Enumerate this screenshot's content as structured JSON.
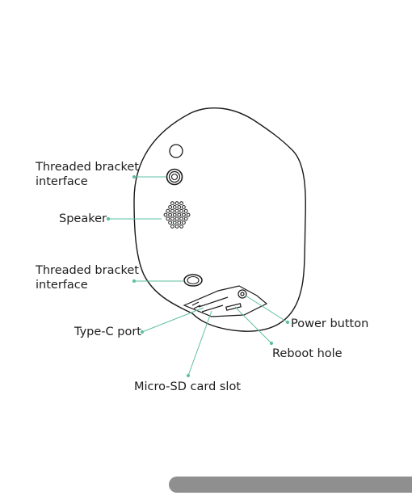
{
  "labels": {
    "threaded_top": "Threaded bracket interface",
    "speaker": "Speaker",
    "threaded_bottom": "Threaded bracket interface",
    "type_c": "Type-C port",
    "micro_sd": "Micro-SD card slot",
    "reboot": "Reboot hole",
    "power": "Power button"
  },
  "colors": {
    "outline": "#1a1a1a",
    "leader": "#5fbfa4",
    "bar": "#8f8f8f"
  }
}
